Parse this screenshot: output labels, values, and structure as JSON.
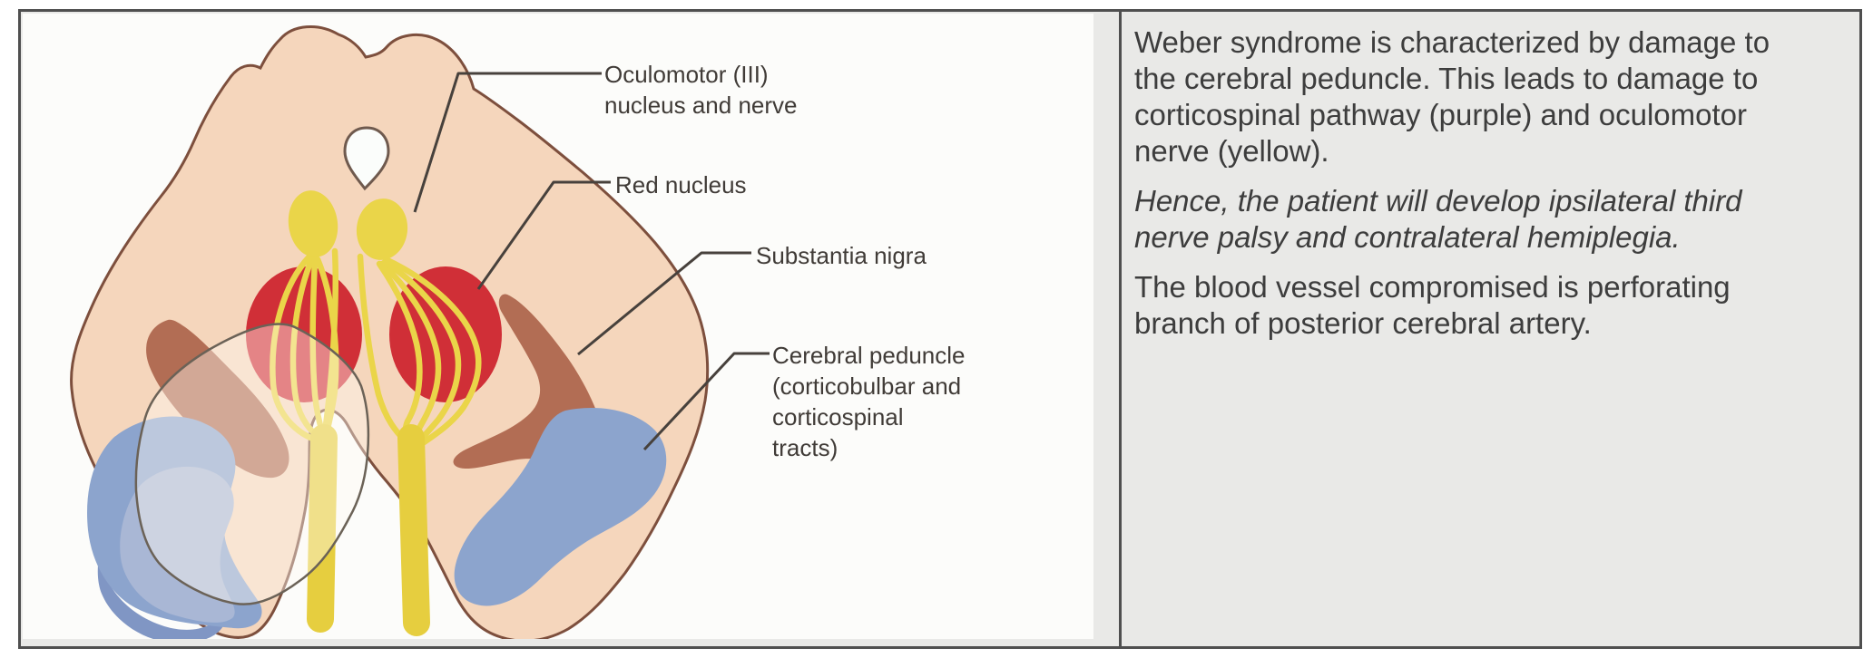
{
  "figure": {
    "labels": [
      {
        "id": "oculomotor",
        "lines": [
          "Oculomotor (III)",
          "nucleus and nerve"
        ]
      },
      {
        "id": "red-nucleus",
        "lines": [
          "Red nucleus"
        ]
      },
      {
        "id": "substantia-nigra",
        "lines": [
          "Substantia nigra"
        ]
      },
      {
        "id": "cerebral-peduncle",
        "lines": [
          "Cerebral peduncle",
          "(corticobulbar and",
          "corticospinal",
          "tracts)"
        ]
      }
    ]
  },
  "text_panel": {
    "paragraphs": [
      {
        "style": "normal",
        "lines": [
          "Weber syndrome is characterized by damage to",
          "the cerebral peduncle. This leads to damage to",
          "corticospinal pathway (purple) and oculomotor",
          "nerve (yellow)."
        ]
      },
      {
        "style": "italic",
        "lines": [
          "Hence, the patient will develop ipsilateral third",
          "nerve palsy and contralateral hemiplegia."
        ]
      },
      {
        "style": "normal",
        "lines": [
          "The blood vessel compromised is perforating",
          "branch of posterior cerebral artery."
        ]
      }
    ]
  },
  "colors": {
    "border": "#4f4f4f",
    "cell-bg": "#e9e9e7",
    "fig-bg": "#fcfcfa",
    "text-ink": "#3d3d3d",
    "label-ink": "#403b37",
    "leader": "#47413c",
    "peach": "#f5d6bc",
    "outline": "#7d4f3d",
    "aqueduct": "#fbfdfb",
    "red": "#d02f37",
    "yellow": "#ead549",
    "yellow-deep": "#e6ce3f",
    "brown": "#b26d54",
    "blue": "#8ca4cd",
    "blue-light": "#a9b7d5",
    "blue-rim": "#8096c4",
    "lesion-fill": "rgba(255,250,244,0.42)",
    "lesion-stroke": "#6b6257"
  }
}
